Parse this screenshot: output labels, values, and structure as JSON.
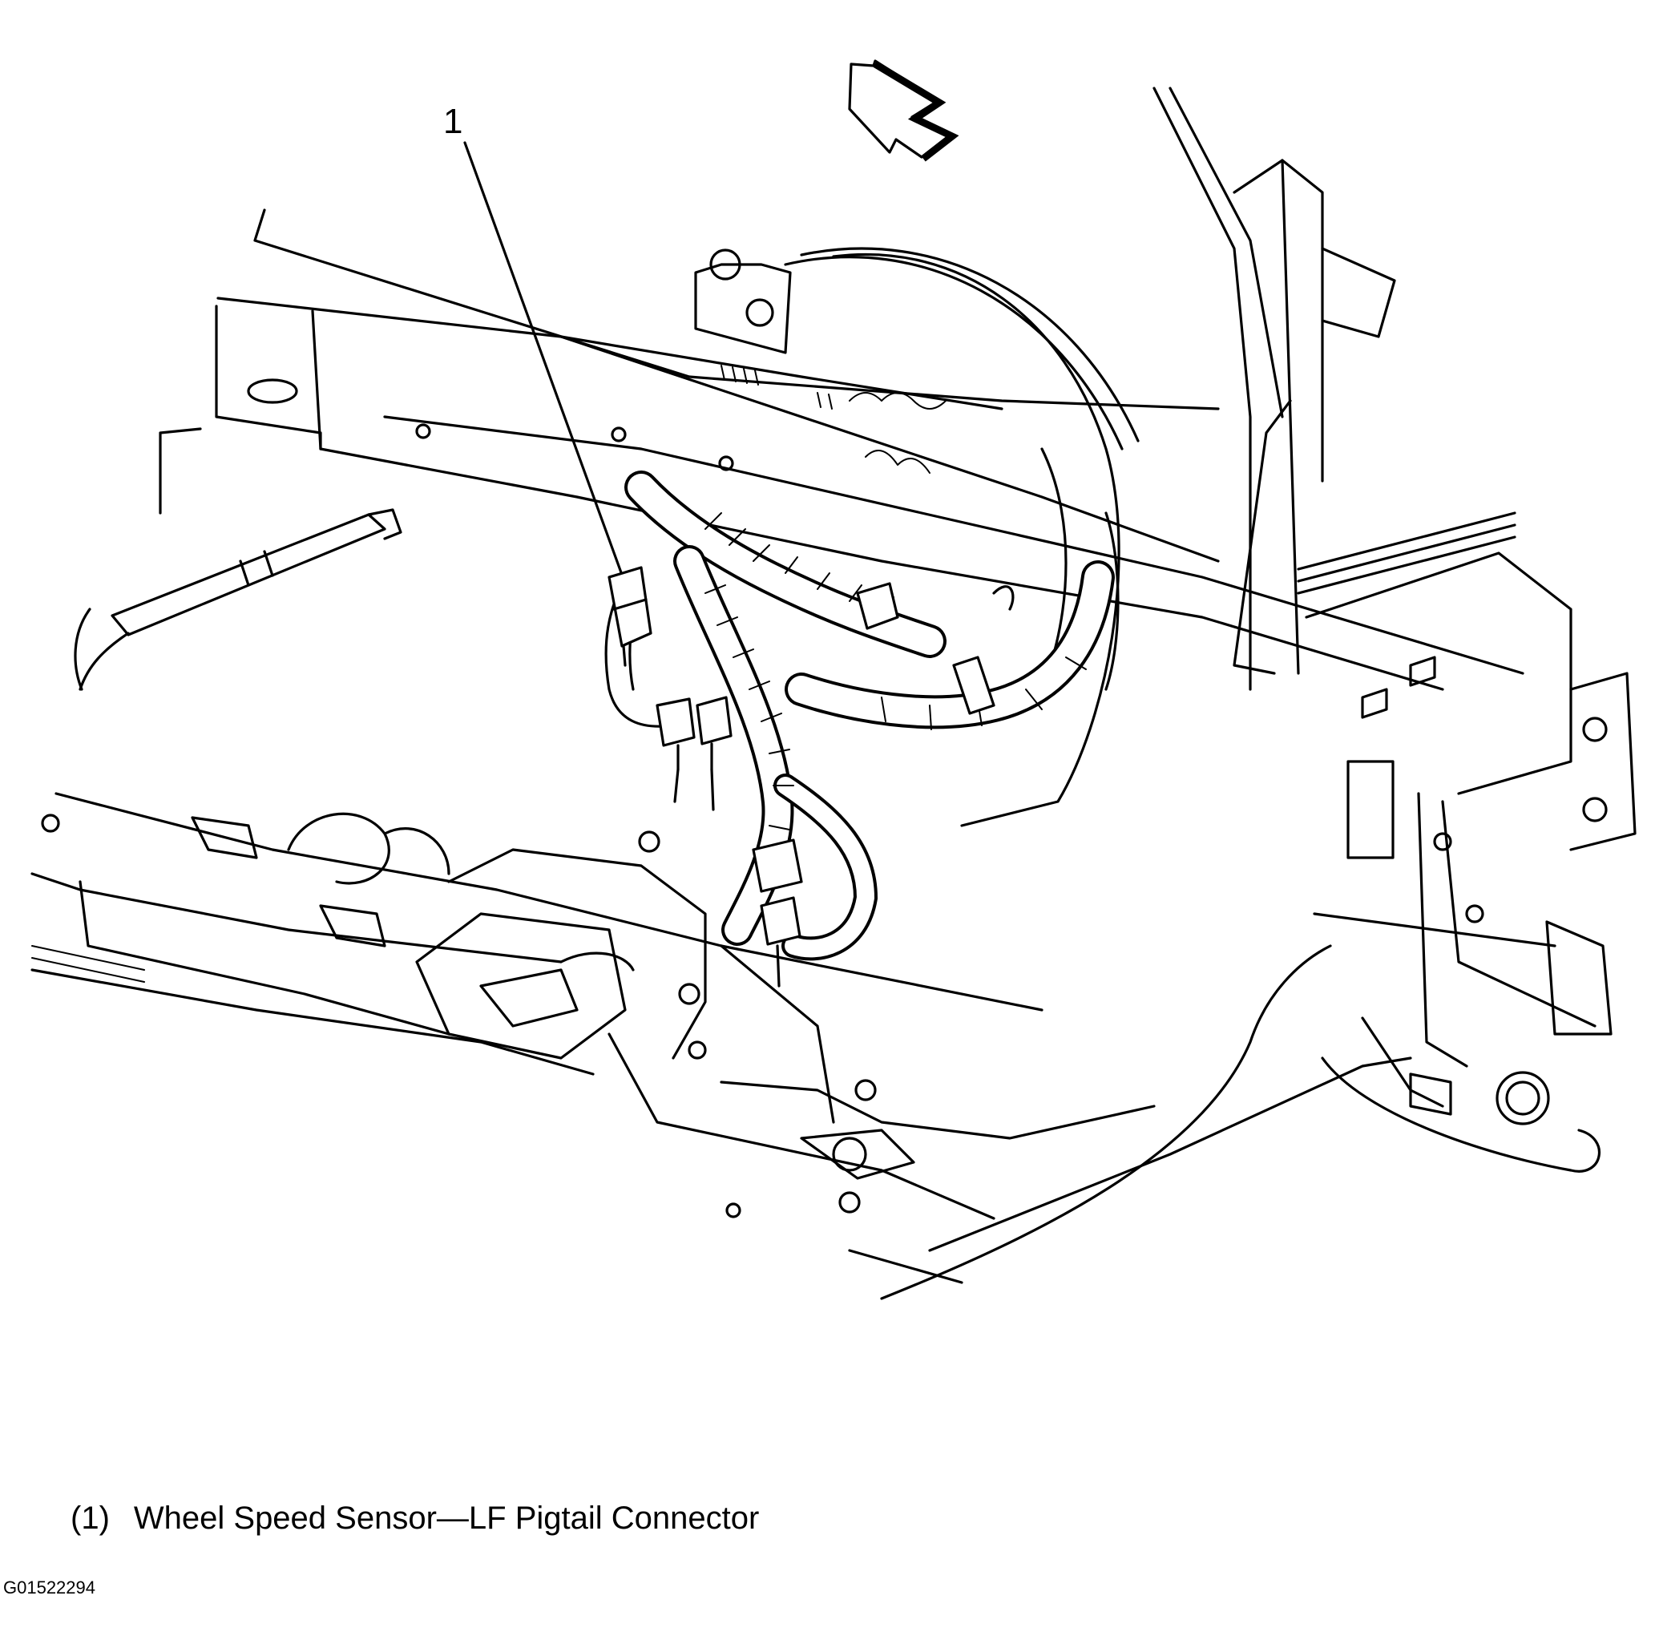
{
  "diagram": {
    "callouts": [
      {
        "number": "1",
        "label": "Wheel Speed Sensor—LF Pigtail Connector"
      }
    ],
    "legend": {
      "number_text": "(1)",
      "label": "Wheel Speed Sensor—LF Pigtail Connector"
    },
    "figure_id": "G01522294",
    "orientation_arrow_icon": "forward-arrow-icon"
  }
}
